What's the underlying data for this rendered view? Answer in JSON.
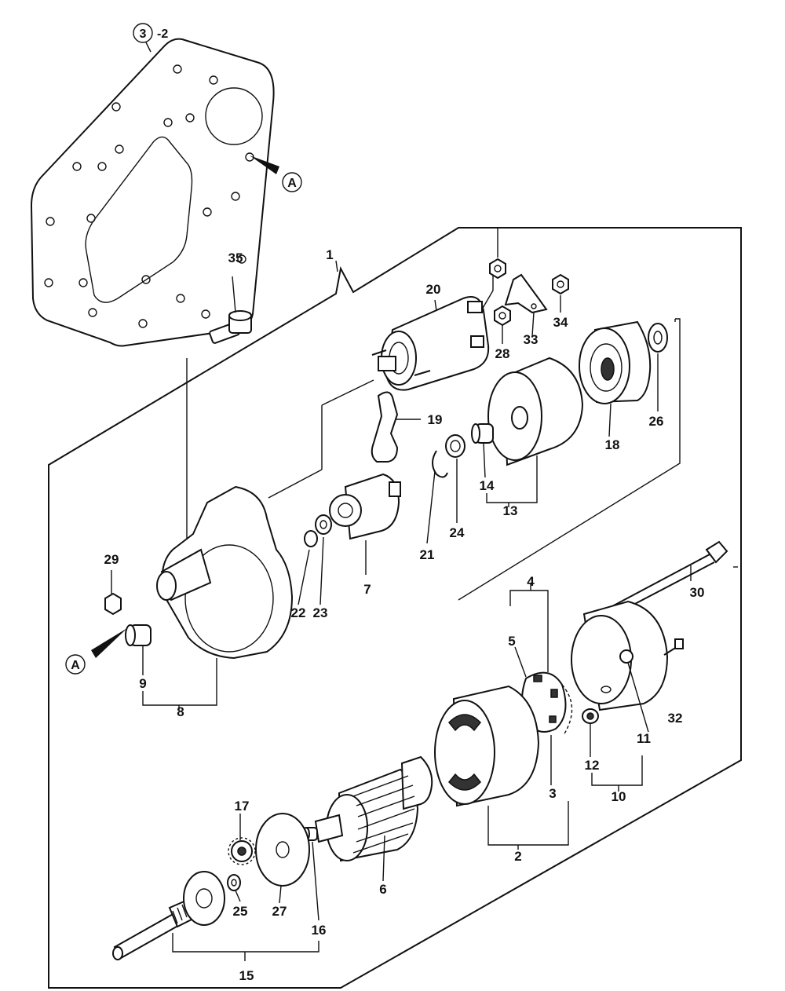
{
  "diagram": {
    "callout_bubble_number": "3",
    "callout_bubble_suffix": "-2",
    "reference_marker": "A",
    "part_numbers": [
      "1",
      "2",
      "3",
      "4",
      "5",
      "6",
      "7",
      "8",
      "9",
      "10",
      "11",
      "12",
      "13",
      "14",
      "15",
      "16",
      "17",
      "18",
      "19",
      "20",
      "21",
      "22",
      "23",
      "24",
      "25",
      "26",
      "27",
      "28",
      "29",
      "30",
      "32",
      "33",
      "34",
      "35"
    ]
  }
}
